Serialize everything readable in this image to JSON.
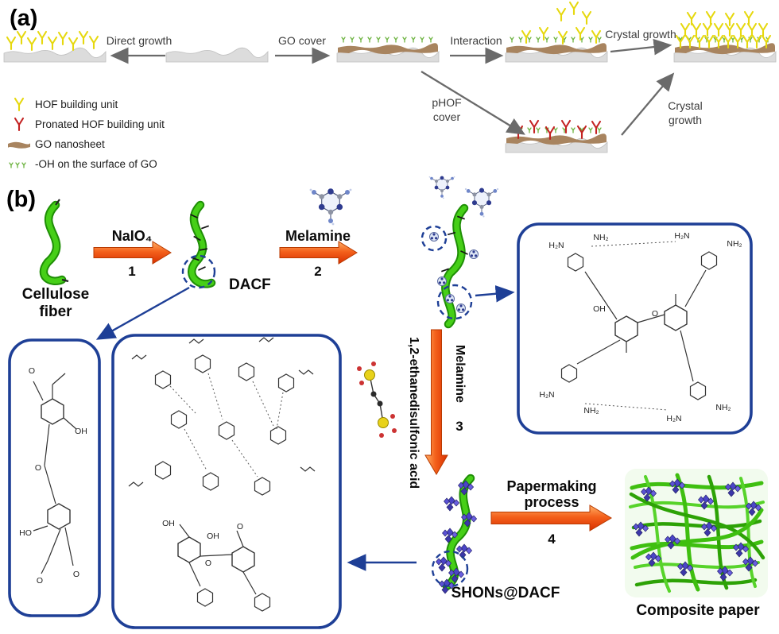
{
  "panel_a": {
    "tag": "(a)",
    "labels": {
      "direct_growth": "Direct growth",
      "go_cover": "GO cover",
      "interaction": "Interaction",
      "crystal_growth_top": "Crystal growth",
      "phof_line1": "pHOF",
      "phof_line2": "cover",
      "crystal_growth_bottom_line1": "Crystal",
      "crystal_growth_bottom_line2": "growth"
    },
    "legend": {
      "hof": "HOF building unit",
      "phof": "Pronated HOF building unit",
      "go": "GO nanosheet",
      "oh": "-OH on the surface of GO"
    }
  },
  "panel_b": {
    "tag": "(b)",
    "cellulose_line1": "Cellulose",
    "cellulose_line2": "fiber",
    "step1": {
      "reagent": "NaIO₄",
      "num": "1"
    },
    "dacf_label": "DACF",
    "step2": {
      "reagent": "Melamine",
      "num": "2"
    },
    "step3": {
      "reagent_left": "1,2-ethanedisulfonic acid",
      "reagent_right": "Melamine",
      "num": "3"
    },
    "shons_label": "SHONs@DACF",
    "step4": {
      "line1": "Papermaking",
      "line2": "process",
      "num": "4"
    },
    "composite_label": "Composite paper",
    "atoms_right": [
      "H₂N",
      "NH₂",
      "NH₂",
      "H₂N",
      "OH",
      "O",
      "H₂N",
      "NH₂",
      "NH₂",
      "H₂N"
    ],
    "atoms_left": [
      "O",
      "OH",
      "O",
      "HO",
      "O",
      "O"
    ],
    "atoms_center": [
      "OH",
      "O",
      "OH",
      "O"
    ]
  },
  "colors": {
    "hof_unit": "#e6d80e",
    "pronated_hof_unit": "#c32222",
    "go_nanosheet": "#a8845f",
    "oh_group": "#6cb33f",
    "fiber_green": "#46cf17",
    "step_arrow_orange": "#f4611c",
    "structure_box_blue": "#1e3f96",
    "shon_crystal_blue": "#4b45c7"
  }
}
